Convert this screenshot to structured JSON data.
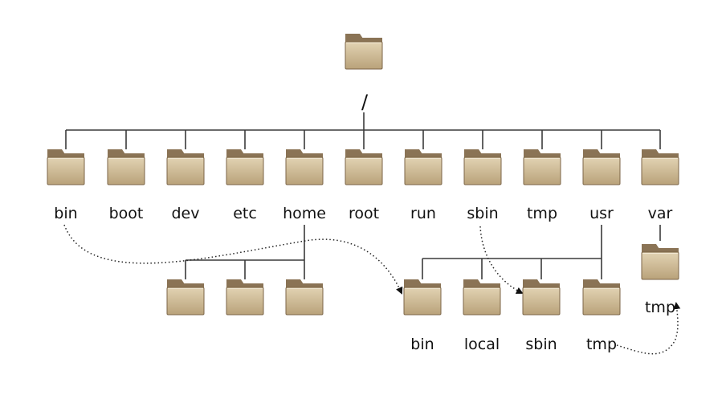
{
  "diagram": {
    "root": {
      "label": "/"
    },
    "top_level": [
      "bin",
      "boot",
      "dev",
      "etc",
      "home",
      "root",
      "run",
      "sbin",
      "tmp",
      "usr",
      "var"
    ],
    "home_children": [
      "",
      "",
      ""
    ],
    "usr_children": [
      "bin",
      "local",
      "sbin",
      "tmp"
    ],
    "var_children": [
      "tmp"
    ],
    "links": [
      {
        "from": "bin",
        "to": "usr/bin"
      },
      {
        "from": "sbin",
        "to": "usr/sbin"
      },
      {
        "from": "usr/tmp",
        "to": "var/tmp"
      }
    ],
    "colors": {
      "folder_body": "#d3c19d",
      "folder_tab": "#8a7355",
      "folder_edge": "#7c6648",
      "tree_line": "#3a3a3a",
      "link_line": "#222222",
      "background": "#ffffff"
    },
    "icon": "folder-icon"
  }
}
